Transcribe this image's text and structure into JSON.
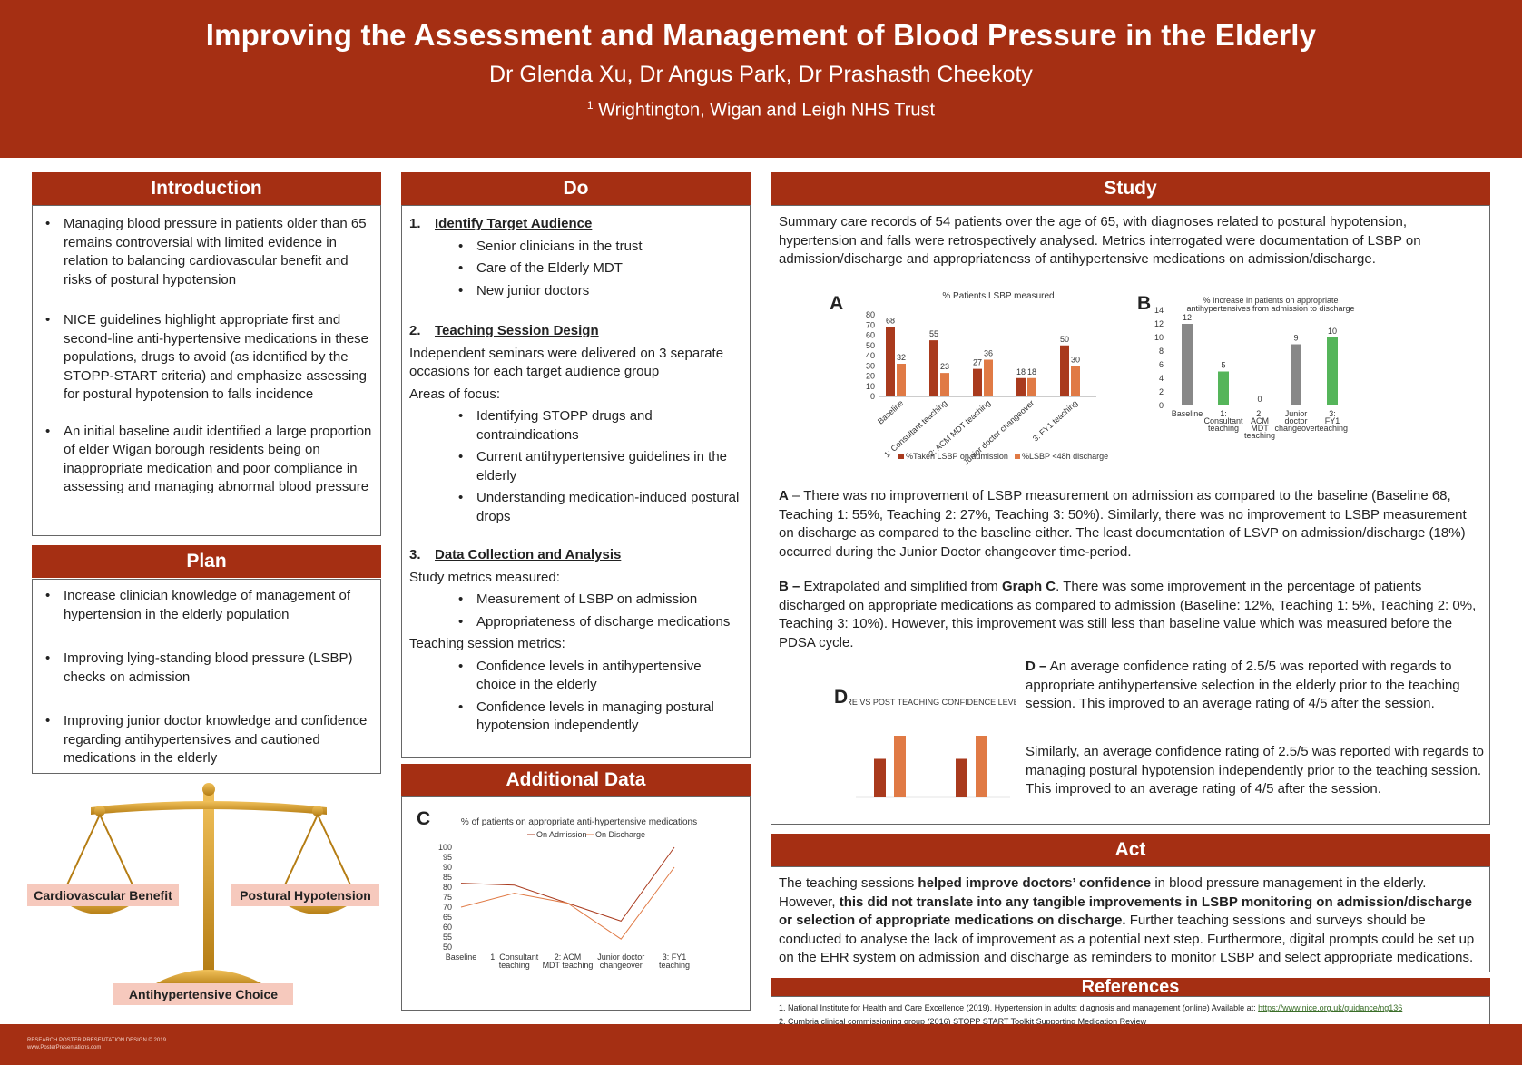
{
  "header": {
    "title": "Improving the Assessment and Management of Blood Pressure in the Elderly",
    "authors": "Dr Glenda Xu, Dr Angus Park, Dr Prashasth Cheekoty",
    "affiliation_sup": "1",
    "affiliation": "Wrightington, Wigan and Leigh NHS Trust"
  },
  "introduction": {
    "heading": "Introduction",
    "items": [
      "Managing blood pressure in patients older than 65 remains controversial with limited evidence in relation to balancing cardiovascular benefit and risks of postural hypotension",
      "NICE guidelines highlight appropriate first and second-line anti-hypertensive medications in these populations, drugs to avoid (as identified by the STOPP-START criteria) and emphasize assessing for postural hypotension to falls incidence",
      "An initial baseline audit identified a large proportion of elder Wigan borough residents being on inappropriate medication and poor compliance in assessing and managing abnormal blood pressure"
    ]
  },
  "plan": {
    "heading": "Plan",
    "items": [
      "Increase clinician knowledge of management of hypertension in the elderly population",
      "Improving lying-standing blood pressure (LSBP) checks on admission",
      "Improving junior doctor knowledge and confidence regarding antihypertensives and cautioned medications in the elderly"
    ]
  },
  "scale": {
    "left": "Cardiovascular Benefit",
    "right": "Postural Hypotension",
    "base": "Antihypertensive Choice"
  },
  "do": {
    "heading": "Do",
    "s1": {
      "num": "1.",
      "title": "Identify Target Audience",
      "items": [
        "Senior clinicians in the trust",
        "Care of the Elderly MDT",
        "New junior doctors"
      ]
    },
    "s2": {
      "num": "2.",
      "title": "Teaching Session Design",
      "text": "Independent seminars were delivered on 3 separate occasions for each target audience group",
      "areas": "Areas of focus:",
      "items": [
        "Identifying STOPP drugs and contraindications",
        "Current antihypertensive guidelines in the elderly",
        "Understanding medication-induced postural drops"
      ]
    },
    "s3": {
      "num": "3.",
      "title": "Data Collection and Analysis",
      "study_label": "Study metrics measured:",
      "study_items": [
        "Measurement of LSBP on admission",
        "Appropriateness of discharge medications"
      ],
      "teach_label": "Teaching session metrics:",
      "teach_items": [
        "Confidence levels in antihypertensive choice in the elderly",
        "Confidence levels in managing postural hypotension independently"
      ]
    }
  },
  "additional": {
    "heading": "Additional Data",
    "letter": "C"
  },
  "study": {
    "heading": "Study",
    "intro": "Summary care records of 54 patients over the age of 65, with diagnoses related to postural hypotension, hypertension and falls were retrospectively analysed. Metrics interrogated were documentation of LSBP on admission/discharge and appropriateness of antihypertensive medications on admission/discharge.",
    "letter_a": "A",
    "letter_b": "B",
    "letter_d": "D",
    "a_label": "A",
    "a_text": " – There was no improvement of LSBP measurement on admission as compared to the baseline (Baseline 68, Teaching 1: 55%, Teaching 2: 27%, Teaching 3: 50%). Similarly, there was no improvement to LSBP measurement on discharge as compared to the baseline either. The least documentation of LSVP on admission/discharge (18%) occurred during the Junior Doctor changeover time-period.",
    "b_label": "B –",
    "b_text1": " Extrapolated and simplified from ",
    "b_graph": "Graph C",
    "b_text2": ". There was some improvement in the percentage of patients discharged on appropriate medications as compared to admission (Baseline: 12%, Teaching 1: 5%, Teaching 2: 0%, Teaching 3: 10%). However, this improvement was still less than baseline value which was measured before the PDSA cycle.",
    "d_label": "D –",
    "d_text": " An average confidence rating of 2.5/5 was reported with regards to appropriate antihypertensive selection in the elderly prior to the teaching session. This improved to an average rating of 4/5 after the session.",
    "d_text2": "Similarly, an average confidence rating of 2.5/5 was reported with regards to managing postural hypotension independently prior to the teaching session. This improved to an average rating of 4/5 after the session."
  },
  "act": {
    "heading": "Act",
    "t1": "The teaching sessions ",
    "b1": "helped improve doctors’ confidence",
    "t2": " in blood pressure management in the elderly. However, ",
    "b2": "this did not translate into any tangible improvements in LSBP monitoring on admission/discharge or selection of appropriate medications on discharge.",
    "t3": " Further teaching sessions and surveys should be conducted to analyse the lack of improvement as a potential next step. Furthermore, digital prompts could be set up on the EHR system on admission and discharge as reminders to monitor LSBP and select appropriate medications."
  },
  "references": {
    "heading": "References",
    "r1": "1.  National Institute for Health and Care Excellence (2019). Hypertension in adults: diagnosis and management (online) Available at: ",
    "r1_link": "https://www.nice.org.uk/guidance/ng136",
    "r2": "2.  Cumbria clinical commissioning group (2016) STOPP START Toolkit Supporting Medication Review"
  },
  "footer": {
    "line1": "RESEARCH POSTER PRESENTATION DESIGN © 2019",
    "line2": "www.PosterPresentations.com"
  },
  "colors": {
    "brand": "#a52f13",
    "dark_bar": "#a93a1d",
    "light_bar": "#e07a45",
    "green_bar": "#55b55a",
    "grey_bar": "#888888"
  },
  "chart_data": [
    {
      "type": "bar",
      "title": "% Patients LSBP measured",
      "categories": [
        "Baseline",
        "1: Consultant teaching",
        "2: ACM MDT teaching",
        "Junior doctor changeover",
        "3: FY1 teaching"
      ],
      "series": [
        {
          "name": "%Taken LSBP on admission",
          "values": [
            68,
            55,
            27,
            18,
            50
          ]
        },
        {
          "name": "%LSBP <48h discharge",
          "values": [
            32,
            23,
            36,
            18,
            30
          ]
        }
      ],
      "yticks": [
        0,
        10,
        20,
        30,
        40,
        50,
        60,
        70,
        80
      ],
      "ylim": [
        0,
        80
      ],
      "legend": "bottom"
    },
    {
      "type": "bar",
      "title": "% Increase in patients on appropriate antihypertensives from admission to discharge",
      "categories": [
        "Baseline",
        "1: Consultant teaching",
        "2: ACM MDT teaching",
        "Junior doctor changeover",
        "3: FY1 teaching"
      ],
      "values": [
        12,
        5,
        0,
        9,
        10
      ],
      "yticks": [
        0,
        2,
        4,
        6,
        8,
        10,
        12,
        14
      ],
      "ylim": [
        0,
        14
      ]
    },
    {
      "type": "line",
      "title": "% of patients on appropriate anti-hypertensive medications",
      "categories": [
        "Baseline",
        "1: Consultant teaching",
        "2: ACM MDT teaching",
        "Junior doctor changeover",
        "3: FY1 teaching"
      ],
      "series": [
        {
          "name": "On Admission",
          "values": [
            82,
            81,
            72,
            63,
            100
          ]
        },
        {
          "name": "On Discharge",
          "values": [
            70,
            77,
            72,
            54,
            90
          ]
        }
      ],
      "yticks": [
        50,
        55,
        60,
        65,
        70,
        75,
        80,
        85,
        90,
        95,
        100
      ],
      "ylim": [
        50,
        100
      ],
      "legend": "top"
    },
    {
      "type": "bar",
      "title": "PRE VS POST TEACHING CONFIDENCE LEVELS",
      "categories": [
        "",
        ""
      ],
      "series": [
        {
          "name": "",
          "values": [
            2.5,
            2.5
          ]
        },
        {
          "name": "",
          "values": [
            4,
            4
          ]
        }
      ],
      "ylim": [
        0,
        5
      ]
    }
  ]
}
